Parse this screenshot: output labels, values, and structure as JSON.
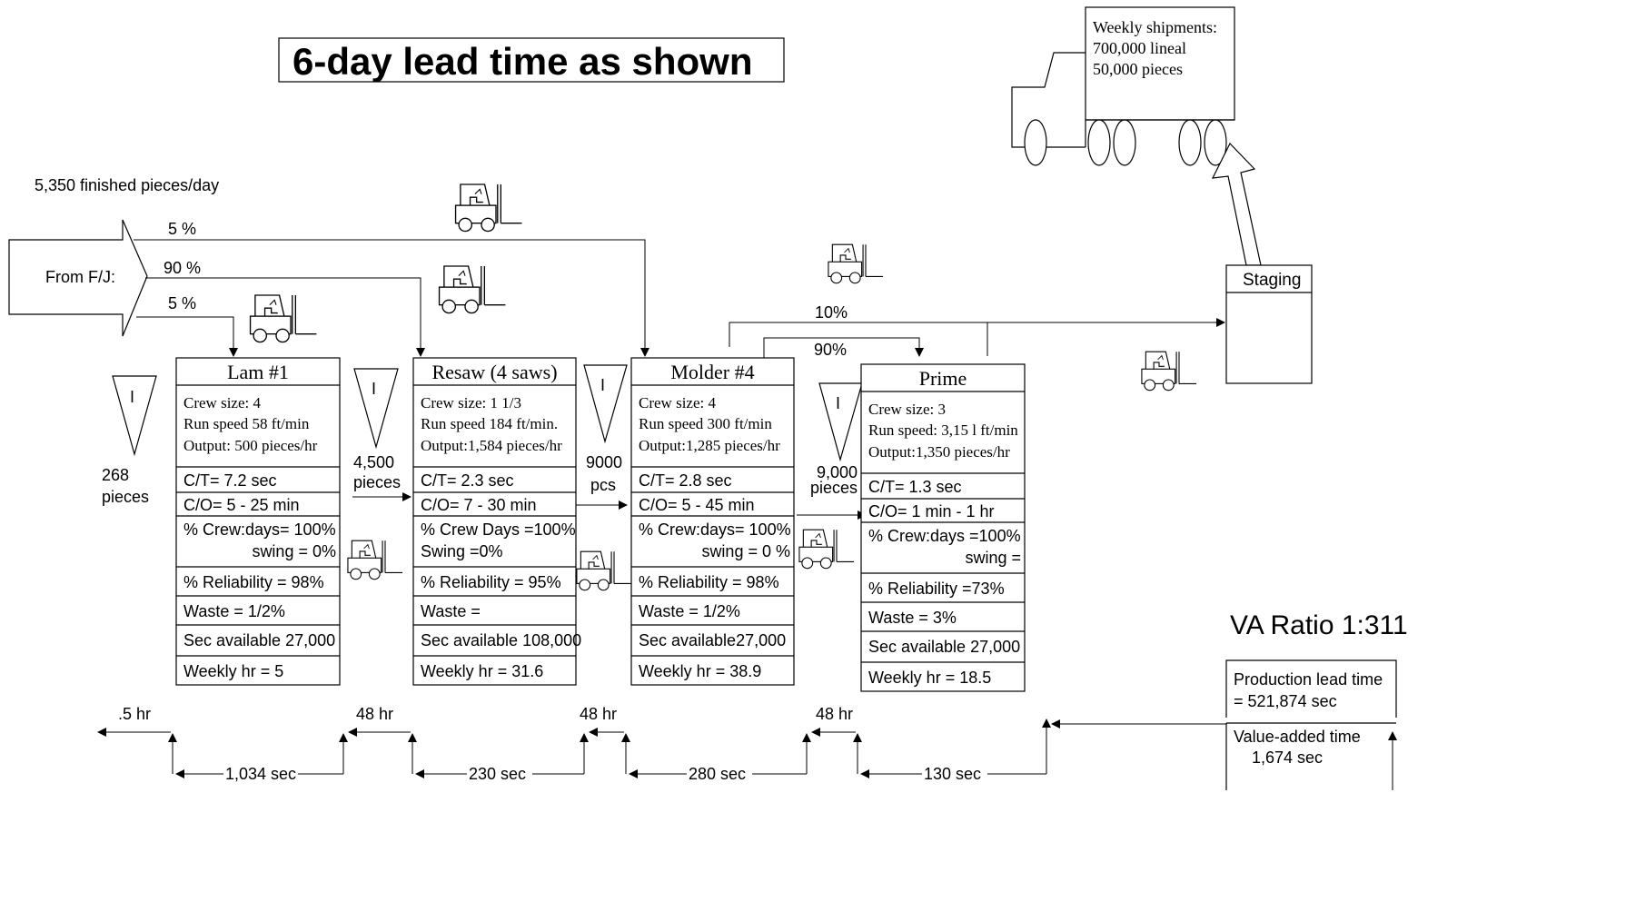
{
  "title": "6-day lead time as shown",
  "shipping": {
    "lines": [
      "Weekly shipments:",
      "700,000 lineal",
      "50,000 pieces"
    ]
  },
  "demand": "5,350 finished pieces/day",
  "supplier": {
    "label": "From F/J:",
    "pct_top": "5 %",
    "pct_mid": "90 %",
    "pct_bot": "5 %"
  },
  "staging": {
    "label": "Staging"
  },
  "split": {
    "pct_staging": "10%",
    "pct_prime": "90%"
  },
  "inventory": [
    {
      "symbol": "I",
      "qty": [
        "268",
        "pieces"
      ]
    },
    {
      "symbol": "I",
      "qty": [
        "4,500",
        "pieces"
      ]
    },
    {
      "symbol": "I",
      "qty": [
        "9000",
        "pcs"
      ]
    },
    {
      "symbol": "I",
      "qty": [
        "9,000",
        "pieces"
      ]
    }
  ],
  "processes": [
    {
      "name": "Lam  #1",
      "info": [
        "Crew size: 4",
        "Run speed 58 ft/min",
        "Output: 500 pieces/hr"
      ],
      "ct": "C/T= 7.2 sec",
      "co": "C/O= 5 - 25 min",
      "crew": [
        "% Crew:days= 100%",
        "swing = 0%"
      ],
      "reliability": "% Reliability = 98%",
      "waste": "Waste = 1/2%",
      "sec_avail": "Sec available 27,000",
      "weekly": "Weekly hr = 5"
    },
    {
      "name": "Resaw (4 saws)",
      "info": [
        "Crew size: 1 1/3",
        "Run speed 184 ft/min.",
        "Output:1,584 pieces/hr"
      ],
      "ct": "C/T= 2.3 sec",
      "co": "C/O= 7 - 30 min",
      "crew": [
        "% Crew Days =100%",
        "Swing =0%"
      ],
      "reliability": "% Reliability = 95%",
      "waste": "Waste =",
      "sec_avail": "Sec available 108,000",
      "weekly": "Weekly hr = 31.6"
    },
    {
      "name": "Molder #4",
      "info": [
        "Crew size: 4",
        "Run speed 300 ft/min",
        "Output:1,285 pieces/hr"
      ],
      "ct": "C/T= 2.8 sec",
      "co": "C/O= 5 - 45 min",
      "crew": [
        "% Crew:days= 100%",
        "swing = 0 %"
      ],
      "reliability": "% Reliability = 98%",
      "waste": "Waste = 1/2%",
      "sec_avail": "Sec available27,000",
      "weekly": "Weekly hr = 38.9"
    },
    {
      "name": "Prime",
      "info": [
        "Crew size: 3",
        "Run speed: 3,15 l ft/min",
        "Output:1,350 pieces/hr"
      ],
      "ct": "C/T= 1.3 sec",
      "co": "C/O= 1 min - 1 hr",
      "crew": [
        "% Crew:days =100%",
        "swing ="
      ],
      "reliability": "% Reliability =73%",
      "waste": "Waste = 3%",
      "sec_avail": "Sec available 27,000",
      "weekly": "Weekly hr = 18.5"
    }
  ],
  "va_ratio": "VA Ratio 1:311",
  "lead_time_box": {
    "production": [
      "Production lead time",
      "=  521,874 sec"
    ],
    "value_added": [
      "Value-added time",
      "1,674 sec"
    ]
  },
  "timeline": {
    "wait": [
      ".5 hr",
      "48 hr",
      "48 hr",
      "48 hr"
    ],
    "process": [
      "1,034 sec",
      "230 sec",
      "280 sec",
      "130 sec"
    ]
  }
}
